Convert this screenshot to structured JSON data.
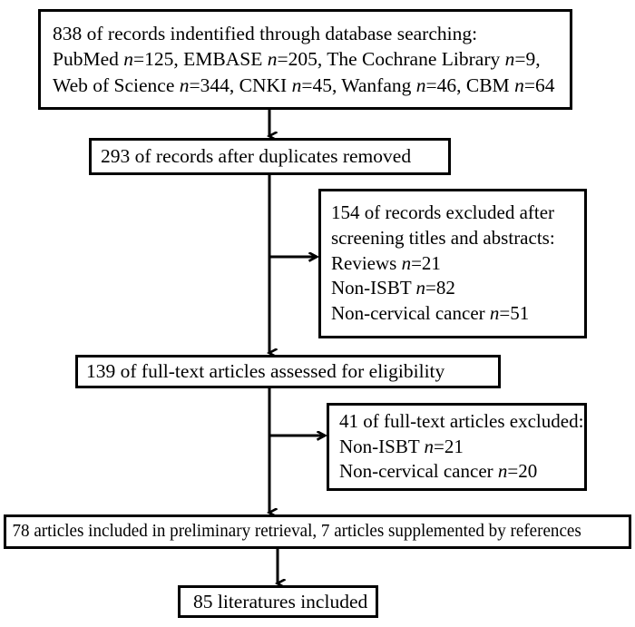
{
  "diagram": {
    "type": "prisma-flow-diagram",
    "colors": {
      "stroke": "#000000",
      "background": "#ffffff",
      "text": "#000000"
    },
    "boxes": {
      "identified": {
        "name": "records-identified",
        "lines": [
          "838 of records indentified through database searching:",
          "PubMed n=125, EMBASE n=205, The Cochrane Library n=9,",
          "Web of Science n=344, CNKI n=45, Wanfang  n=46, CBM n=64"
        ],
        "line1_a": "838 of records indentified through database searching:",
        "line2_a": "PubMed ",
        "line2_n1": "n",
        "line2_b": "=125, EMBASE ",
        "line2_n2": "n",
        "line2_c": "=205, The Cochrane Library ",
        "line2_n3": "n",
        "line2_d": "=9,",
        "line3_a": "Web of Science ",
        "line3_n1": "n",
        "line3_b": "=344, CNKI ",
        "line3_n2": "n",
        "line3_c": "=45, Wanfang  ",
        "line3_n3": "n",
        "line3_d": "=46, CBM ",
        "line3_n4": "n",
        "line3_e": "=64",
        "total_records": 838,
        "sources": [
          {
            "label": "PubMed",
            "n": 125
          },
          {
            "label": "EMBASE",
            "n": 205
          },
          {
            "label": "The Cochrane Library",
            "n": 9
          },
          {
            "label": "Web of Science",
            "n": 344
          },
          {
            "label": "CNKI",
            "n": 45
          },
          {
            "label": "Wanfang",
            "n": 46
          },
          {
            "label": "CBM",
            "n": 64
          }
        ]
      },
      "duplicates": {
        "name": "records-after-duplicates-removed",
        "text": "293 of records after duplicates removed",
        "count": 293
      },
      "excluded_screening": {
        "name": "records-excluded-screening",
        "line1": "154 of records excluded after",
        "line2": "screening titles and abstracts:",
        "count": 154,
        "reasons": [
          {
            "label": "Reviews",
            "n": 21
          },
          {
            "label": "Non-ISBT",
            "n": 82
          },
          {
            "label": "Non-cervical cancer",
            "n": 51
          }
        ],
        "r1_label": "Reviews",
        "r1_gap": "    ",
        "r1_n": "n",
        "r1_val": "=21",
        "r2_label": "Non-ISBT",
        "r2_gap": "   ",
        "r2_n": "n",
        "r2_val": "=82",
        "r3_label": "Non-cervical cancer ",
        "r3_n": "n",
        "r3_val": "=51"
      },
      "eligibility": {
        "name": "full-text-assessed-for-eligibility",
        "text": "139 of full-text articles assessed for eligibility",
        "count": 139
      },
      "excluded_fulltext": {
        "name": "full-text-articles-excluded",
        "line1": "41 of full-text articles excluded:",
        "count": 41,
        "reasons": [
          {
            "label": "Non-ISBT",
            "n": 21
          },
          {
            "label": "Non-cervical cancer",
            "n": 20
          }
        ],
        "r1_label": "Non-ISBT",
        "r1_gap": "    ",
        "r1_n": "n",
        "r1_val": "=21",
        "r2_label": "Non-cervical cancer",
        "r2_gap": "   ",
        "r2_n": "n",
        "r2_val": "=20"
      },
      "preliminary": {
        "name": "articles-included-preliminary-retrieval",
        "text": "78 articles included in preliminary retrieval, 7 articles supplemented by references",
        "retrieved_count": 78,
        "supplemented_count": 7
      },
      "included": {
        "name": "literatures-included",
        "text": "85 literatures included",
        "count": 85
      }
    },
    "connectors": [
      {
        "name": "identified-to-duplicates",
        "type": "arrow-down"
      },
      {
        "name": "duplicates-to-eligibility",
        "type": "arrow-down"
      },
      {
        "name": "branch-to-excluded-screening",
        "type": "arrow-right"
      },
      {
        "name": "eligibility-to-preliminary",
        "type": "arrow-down"
      },
      {
        "name": "branch-to-excluded-fulltext",
        "type": "arrow-right"
      },
      {
        "name": "preliminary-to-included",
        "type": "arrow-down"
      }
    ]
  }
}
